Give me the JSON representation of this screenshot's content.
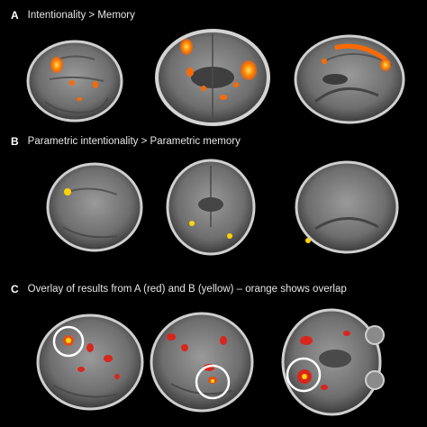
{
  "panels": [
    {
      "letter": "A",
      "title": "Intentionality > Memory"
    },
    {
      "letter": "B",
      "title": "Parametric intentionality > Parametric memory"
    },
    {
      "letter": "C",
      "title": "Overlay of results from A (red) and B (yellow) – orange shows overlap"
    }
  ],
  "colors": {
    "background": "#000000",
    "activation_a": "#ff6a00",
    "activation_b": "#ffd400",
    "overlay_red": "#d9261c",
    "highlight_ring": "#ffffff"
  }
}
